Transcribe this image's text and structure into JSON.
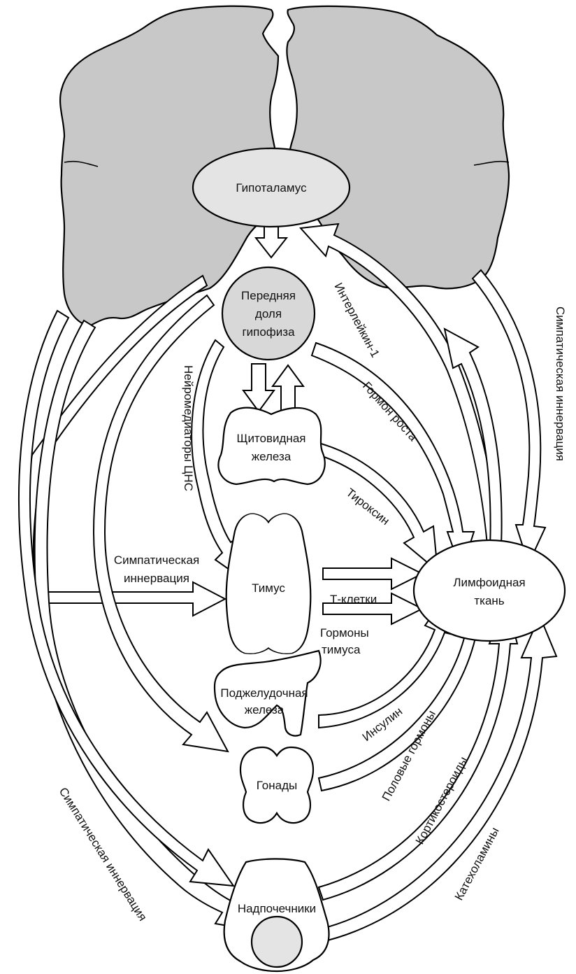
{
  "organs": {
    "hypothalamus": "Гипоталамус",
    "pituitary": [
      "Передняя",
      "доля",
      "гипофиза"
    ],
    "thyroid": [
      "Щитовидная",
      "железа"
    ],
    "thymus": "Тимус",
    "pancreas": [
      "Поджелудочная",
      "железа"
    ],
    "gonads": "Гонады",
    "adrenals": "Надпочечники",
    "lymphoid": [
      "Лимфоидная",
      "ткань"
    ]
  },
  "connections": {
    "interleukin": "Интерлейкин-1",
    "growth_hormone": "Гормон роста",
    "thyroxine": "Тироксин",
    "neuromediators": "Нейромедиаторы ЦНС",
    "sympathetic_thymus": [
      "Симпатическая",
      "иннервация"
    ],
    "t_cells": "Т-клетки",
    "thymus_hormones": [
      "Гормоны",
      "тимуса"
    ],
    "insulin": "Инсулин",
    "sex_hormones": "Половые гормоны",
    "corticosteroids": "Кортикостероиды",
    "catecholamines": "Катехоламины",
    "sympathetic_left": "Симпатическая иннервация",
    "sympathetic_right": "Симпатическая иннервация"
  },
  "colors": {
    "brain": "#c8c8c8",
    "hypothalamus_fill": "#e4e4e4",
    "pituitary_fill": "#d8d8d8",
    "adrenal_medulla": "#e4e4e4",
    "outline": "#000000"
  }
}
